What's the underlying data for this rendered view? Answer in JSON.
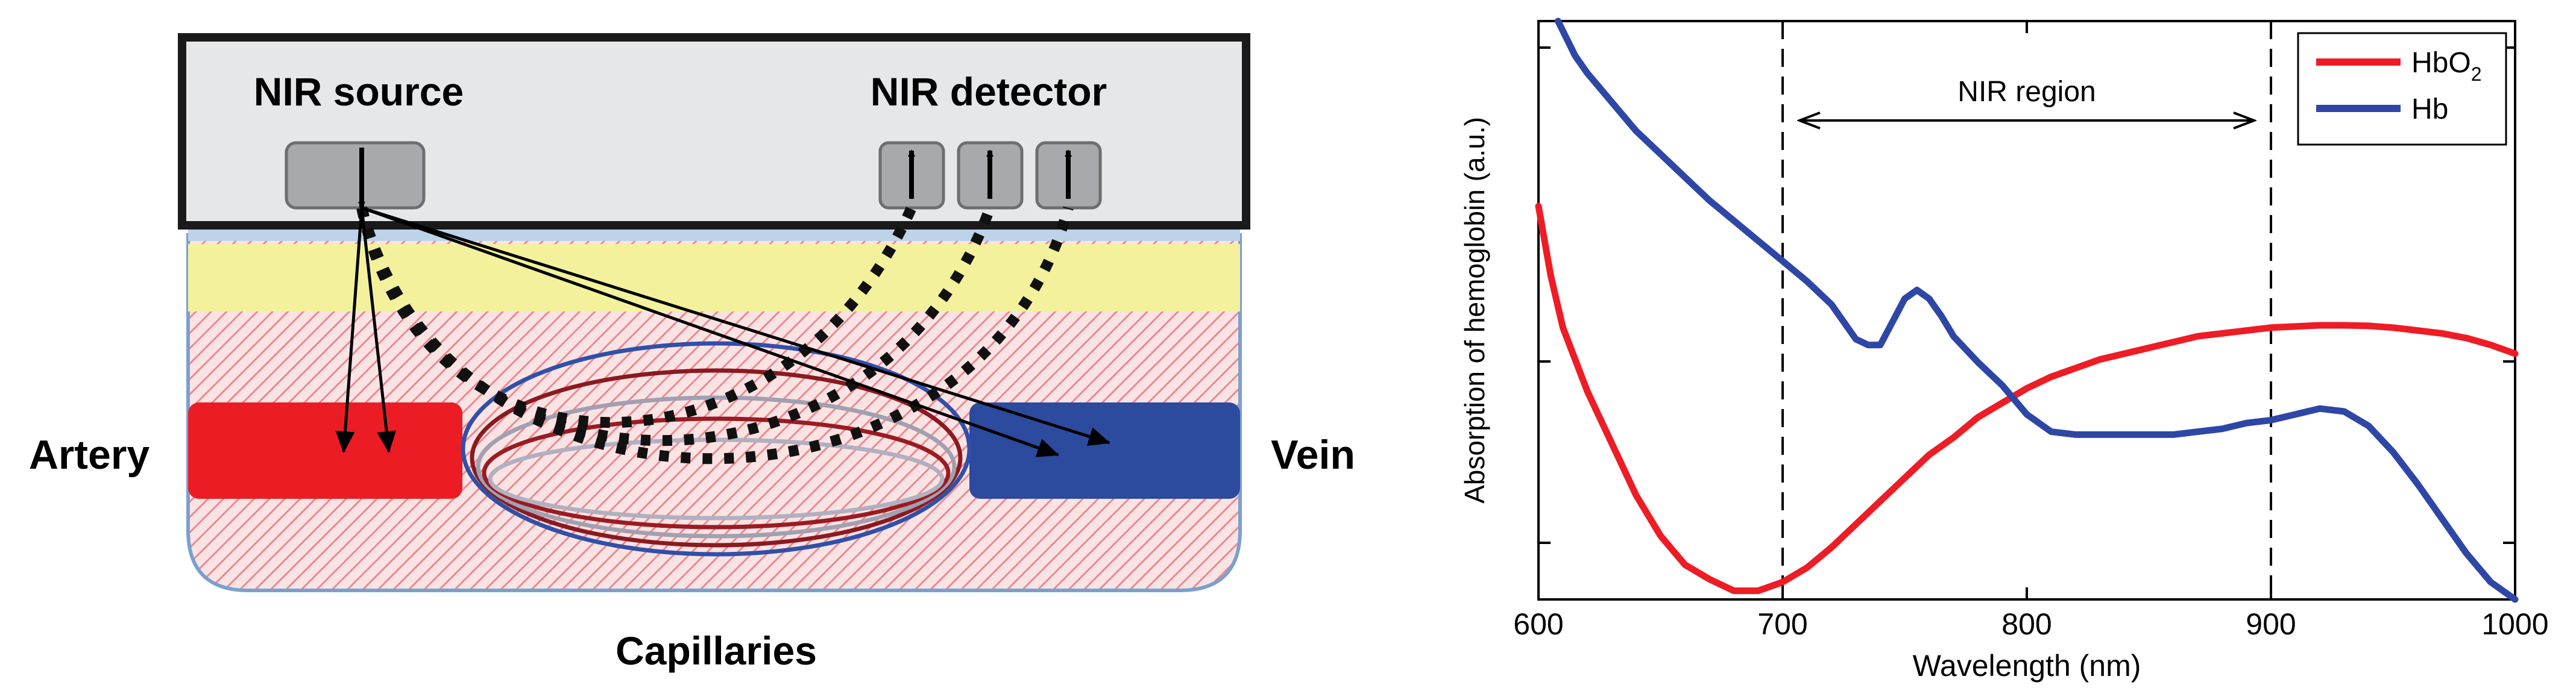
{
  "diagram": {
    "labels": {
      "source": "NIR source",
      "detector": "NIR detector",
      "artery": "Artery",
      "vein": "Vein",
      "capillaries": "Capillaries"
    },
    "colors": {
      "device": "#e6e7e8",
      "skin": "#f3f19c",
      "tissue_hatch": "#e98a8f",
      "artery": "#ec1c24",
      "vein": "#2c4b9e"
    }
  },
  "chart_data": {
    "type": "line",
    "xlabel": "Wavelength (nm)",
    "ylabel": "Absorption of hemoglobin (a.u.)",
    "xlim": [
      600,
      1000
    ],
    "ylim": [
      0,
      1
    ],
    "xticks": [
      600,
      700,
      800,
      900,
      1000
    ],
    "x_tick_labels": [
      "600",
      "700",
      "800",
      "900",
      "1000"
    ],
    "y_tick_labels_shown": false,
    "grid": false,
    "legend_position": "top-right",
    "legend": [
      {
        "name": "HbO",
        "subscript": "2",
        "color": "#ee1c25"
      },
      {
        "name": "Hb",
        "subscript": "",
        "color": "#2e46a6"
      }
    ],
    "annotations": {
      "region_label": "NIR region",
      "region_range": [
        700,
        900
      ]
    },
    "series": [
      {
        "name": "HbO2",
        "color": "#ee1c25",
        "x": [
          600,
          605,
          610,
          620,
          630,
          640,
          650,
          660,
          670,
          680,
          690,
          700,
          710,
          720,
          730,
          740,
          750,
          760,
          770,
          780,
          790,
          800,
          810,
          820,
          830,
          840,
          850,
          860,
          870,
          880,
          890,
          900,
          910,
          920,
          930,
          940,
          950,
          960,
          970,
          980,
          990,
          1000
        ],
        "y": [
          0.68,
          0.56,
          0.47,
          0.36,
          0.27,
          0.18,
          0.11,
          0.06,
          0.035,
          0.015,
          0.015,
          0.03,
          0.055,
          0.09,
          0.13,
          0.17,
          0.21,
          0.25,
          0.28,
          0.315,
          0.34,
          0.365,
          0.385,
          0.4,
          0.415,
          0.425,
          0.435,
          0.445,
          0.455,
          0.46,
          0.465,
          0.47,
          0.472,
          0.474,
          0.474,
          0.473,
          0.47,
          0.465,
          0.46,
          0.452,
          0.44,
          0.425
        ]
      },
      {
        "name": "Hb",
        "color": "#2e46a6",
        "x": [
          608,
          615,
          620,
          630,
          640,
          650,
          660,
          670,
          680,
          690,
          700,
          710,
          720,
          730,
          735,
          740,
          745,
          750,
          755,
          760,
          765,
          770,
          780,
          790,
          800,
          810,
          820,
          830,
          840,
          850,
          860,
          870,
          880,
          890,
          900,
          910,
          920,
          930,
          940,
          950,
          960,
          970,
          980,
          990,
          1000
        ],
        "y": [
          1.0,
          0.94,
          0.91,
          0.86,
          0.81,
          0.77,
          0.73,
          0.69,
          0.655,
          0.62,
          0.585,
          0.55,
          0.51,
          0.45,
          0.44,
          0.44,
          0.48,
          0.52,
          0.535,
          0.52,
          0.49,
          0.455,
          0.41,
          0.37,
          0.32,
          0.29,
          0.285,
          0.285,
          0.285,
          0.285,
          0.285,
          0.29,
          0.295,
          0.305,
          0.31,
          0.32,
          0.33,
          0.325,
          0.3,
          0.255,
          0.2,
          0.14,
          0.08,
          0.03,
          -0.02
        ]
      }
    ]
  }
}
